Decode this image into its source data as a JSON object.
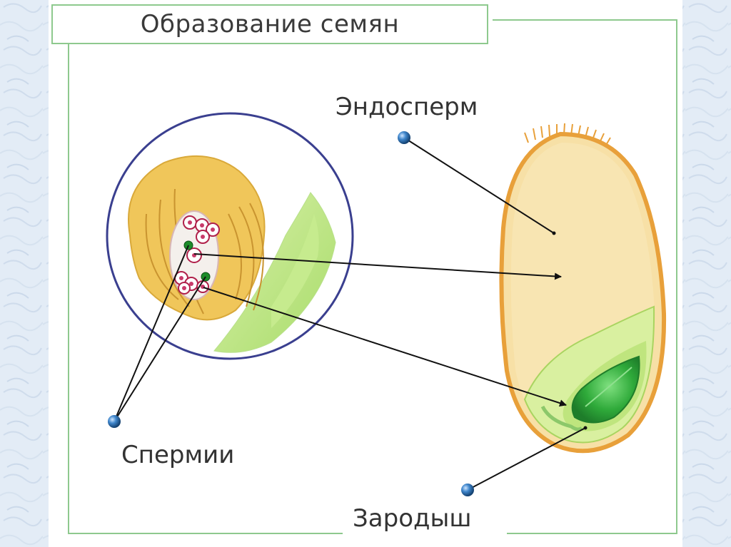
{
  "title": "Образование семян",
  "labels": {
    "endosperm": "Эндосперм",
    "sperm_cells": "Спермии",
    "embryo": "Зародыш"
  },
  "colors": {
    "frame": "#8ec98e",
    "arrow": "#111111",
    "pointer_dot": "#2f74b8",
    "seed_coat": "#e8a03a",
    "endosperm_fill": "#f7e0a6",
    "embryo_green": "#3db83d",
    "ovule_yellow": "#f0c65a",
    "circle_outline": "#3a3f8f"
  }
}
